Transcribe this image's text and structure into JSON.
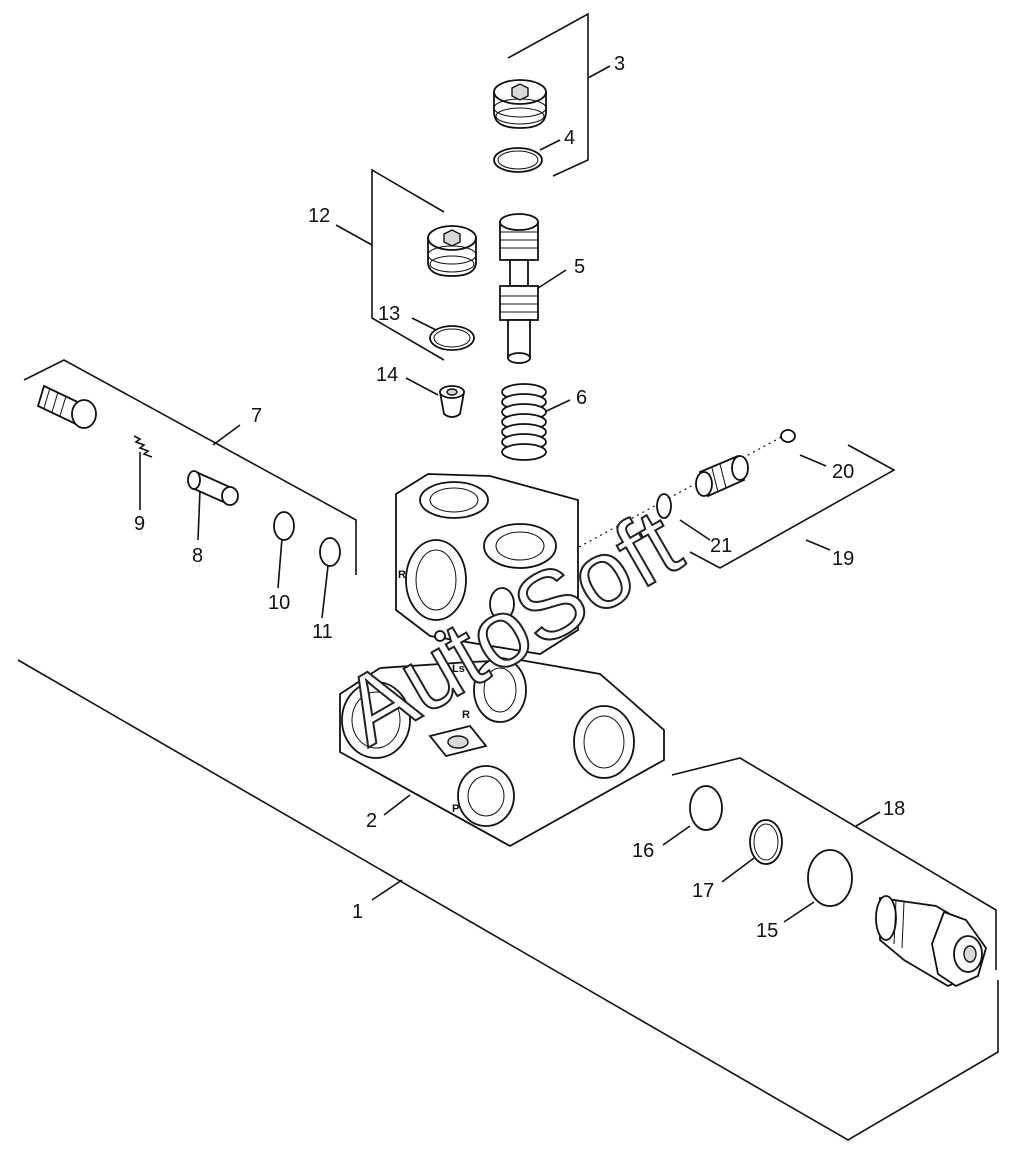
{
  "callouts": {
    "c1": "1",
    "c2": "2",
    "c3": "3",
    "c4": "4",
    "c5": "5",
    "c6": "6",
    "c7": "7",
    "c8": "8",
    "c9": "9",
    "c10": "10",
    "c11": "11",
    "c12": "12",
    "c13": "13",
    "c14": "14",
    "c15": "15",
    "c16": "16",
    "c17": "17",
    "c18": "18",
    "c19": "19",
    "c20": "20",
    "c21": "21"
  },
  "port_labels": {
    "ls": "Ls",
    "r": "R",
    "p": "P",
    "left": "R"
  },
  "watermark": "AutoSoft"
}
